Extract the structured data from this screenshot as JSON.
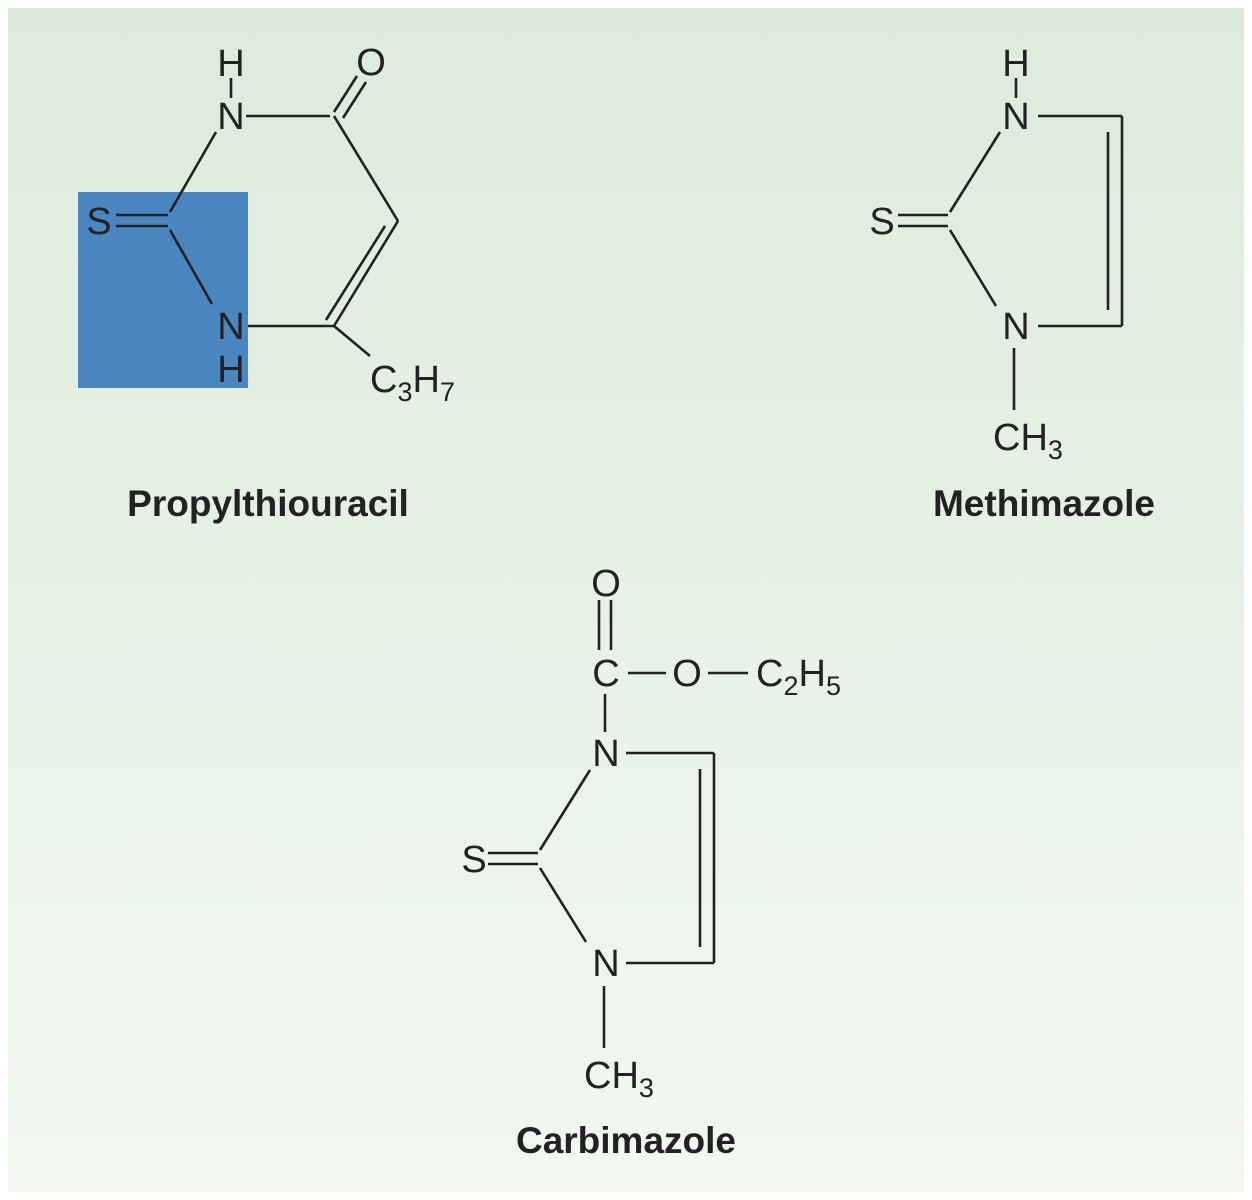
{
  "colors": {
    "background_top": "#dcebdc",
    "background_bottom": "#f2f8f1",
    "highlight": "#4a86bf",
    "ink": "#222222"
  },
  "molecules": {
    "propylthiouracil": {
      "name": "Propylthiouracil",
      "atoms": {
        "h_top": "H",
        "n_top": "N",
        "o": "O",
        "s": "S",
        "n_bottom": "N",
        "h_bottom": "H"
      },
      "substituent": {
        "base": "C",
        "sub1": "3",
        "mid": "H",
        "sub2": "7"
      },
      "highlight": "thiourea-group"
    },
    "methimazole": {
      "name": "Methimazole",
      "atoms": {
        "h_top": "H",
        "n_top": "N",
        "s": "S",
        "n_bottom": "N"
      },
      "methyl": {
        "base": "CH",
        "sub": "3"
      }
    },
    "carbimazole": {
      "name": "Carbimazole",
      "atoms": {
        "o_carbonyl": "O",
        "c_carbonyl": "C",
        "o_ester": "O",
        "n_top": "N",
        "s": "S",
        "n_bottom": "N"
      },
      "ethyl": {
        "base": "C",
        "sub1": "2",
        "mid": "H",
        "sub2": "5"
      },
      "methyl": {
        "base": "CH",
        "sub": "3"
      }
    }
  }
}
